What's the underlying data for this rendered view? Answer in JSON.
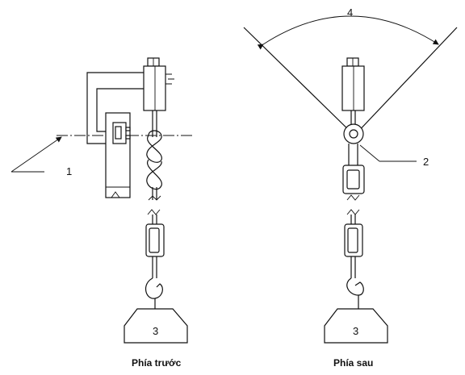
{
  "labels": {
    "label_1": "1",
    "label_2": "2",
    "label_3_left": "3",
    "label_3_right": "3",
    "label_4": "4"
  },
  "captions": {
    "front": "Phía trước",
    "back": "Phía sau"
  }
}
